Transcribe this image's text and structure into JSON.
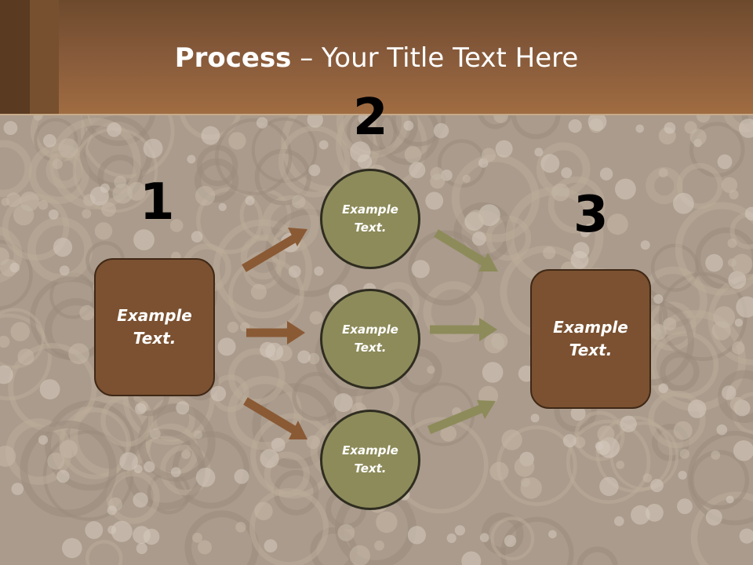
{
  "slide": {
    "title_bold": "Process",
    "title_rest": " – Your Title Text Here"
  },
  "steps": {
    "num1": "1",
    "num2": "2",
    "num3": "3"
  },
  "nodes": {
    "left_box": "Example\nText.",
    "circle_top": "Example\nText.",
    "circle_mid": "Example\nText.",
    "circle_bot": "Example\nText.",
    "right_box": "Example\nText."
  },
  "colors": {
    "header": "#8c5c37",
    "box_fill": "#7b5131",
    "circle_fill": "#8d8b5a",
    "arrow_brown": "#8a5a35",
    "arrow_green": "#8d8b5a"
  }
}
